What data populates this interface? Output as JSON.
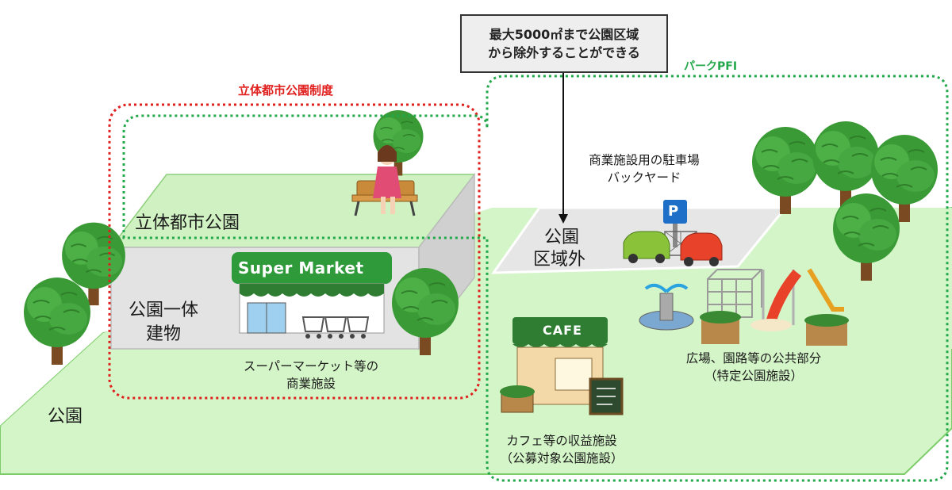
{
  "labels": {
    "note_line1": "最大5000㎡まで公園区域",
    "note_line2": "から除外することができる",
    "rittai_seido": "立体都市公園制度",
    "park_pfi": "パークPFI",
    "rittai_koen": "立体都市公園",
    "koen_ittai_1": "公園一体",
    "koen_ittai_2": "建物",
    "supermarket_desc_1": "スーパーマーケット等の",
    "supermarket_desc_2": "商業施設",
    "koen": "公園",
    "parking_1": "商業施設用の駐車場",
    "parking_2": "バックヤード",
    "kuikigai_1": "公園",
    "kuikigai_2": "区域外",
    "public_1": "広場、園路等の公共部分",
    "public_2": "（特定公園施設）",
    "cafe_desc_1": "カフェ等の収益施設",
    "cafe_desc_2": "（公募対象公園施設）"
  },
  "signs": {
    "supermarket": "Super Market",
    "cafe": "CAFE",
    "parking": "P"
  },
  "colors": {
    "ground": "#d4f5c8",
    "ground_border": "#7ccd6a",
    "red_dotted": "#e0201e",
    "green_dotted": "#22a84a",
    "tree_leaf": "#3fa03a",
    "trunk": "#7a4a22"
  }
}
